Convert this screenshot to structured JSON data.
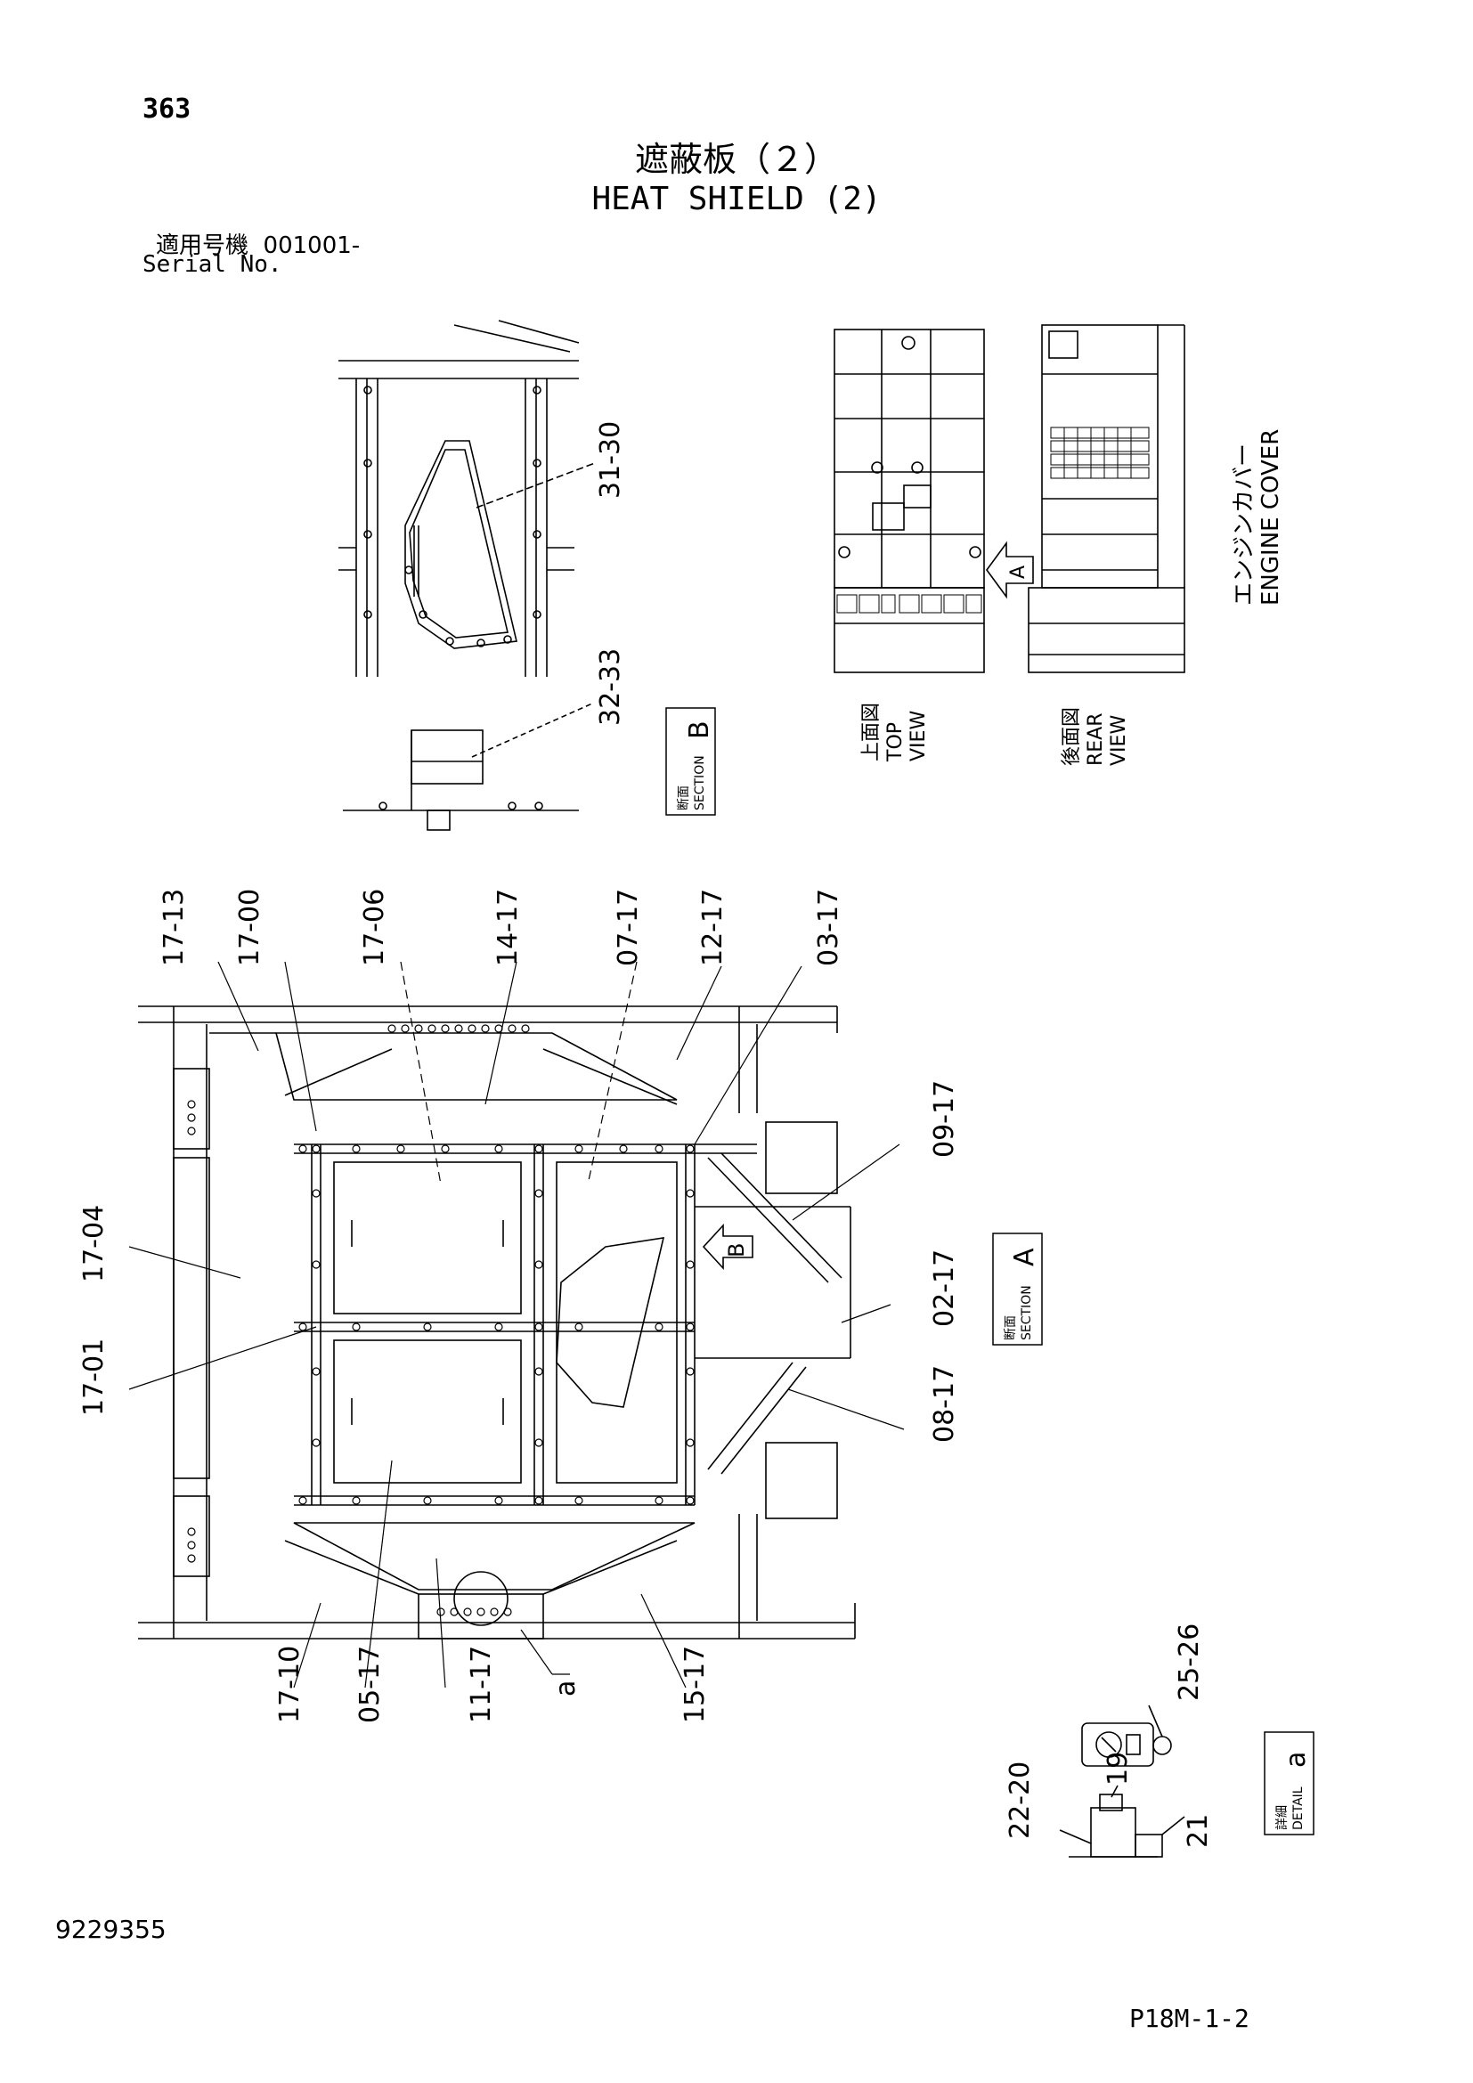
{
  "header": {
    "page_number": "363",
    "title_jp": "遮蔽板（２）",
    "title_en": "HEAT SHIELD (2)",
    "serial_label_jp": "適用号機",
    "serial_value": "001001-",
    "serial_label_en": "Serial No."
  },
  "footer": {
    "doc_number": "9229355",
    "page_code": "P18M-1-2"
  },
  "section_b": {
    "kanji": "断面",
    "label": "SECTION",
    "letter": "B",
    "callouts": [
      "31-30",
      "32-33"
    ]
  },
  "engine_cover": {
    "label_jp": "エンジンカバー",
    "label_en": "ENGINE COVER",
    "top_view_jp": "上面図",
    "top_view_en_1": "TOP",
    "top_view_en_2": "VIEW",
    "rear_view_jp": "後面図",
    "rear_view_en_1": "REAR",
    "rear_view_en_2": "VIEW",
    "arrow_letter": "A"
  },
  "section_a": {
    "kanji": "断面",
    "label": "SECTION",
    "letter": "A",
    "arrow_letter": "B",
    "callouts_top": [
      "17-13",
      "17-00",
      "17-06",
      "14-17",
      "07-17",
      "12-17",
      "03-17"
    ],
    "callouts_left": [
      "17-04",
      "17-01"
    ],
    "callouts_right": [
      "09-17",
      "02-17",
      "08-17"
    ],
    "callouts_bottom": [
      "17-10",
      "05-17",
      "11-17",
      "15-17"
    ],
    "detail_ref": "a"
  },
  "detail_a": {
    "kanji": "詳細",
    "label": "DETAIL",
    "letter": "a",
    "callouts": [
      "25-26",
      "19",
      "22-20",
      "21"
    ]
  }
}
